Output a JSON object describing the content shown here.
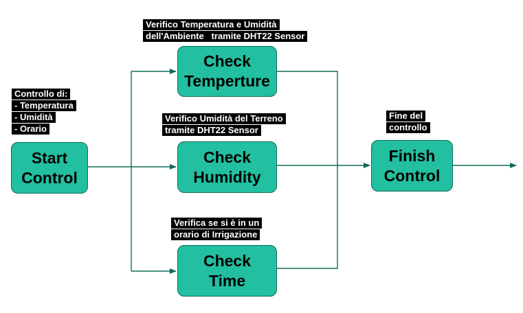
{
  "colors": {
    "box_fill": "#22bfa0",
    "box_border": "#0d6b58",
    "connector": "#0d6b58",
    "note_background": "#000000",
    "note_text": "#ffffff"
  },
  "nodes": {
    "start": {
      "line1": "Start",
      "line2": "Control"
    },
    "temperature": {
      "line1": "Check",
      "line2": "Temperture"
    },
    "humidity": {
      "line1": "Check",
      "line2": "Humidity"
    },
    "time": {
      "line1": "Check",
      "line2": "Time"
    },
    "finish": {
      "line1": "Finish",
      "line2": "Control"
    }
  },
  "notes": {
    "start": {
      "lines": [
        "Controllo di:",
        "- Temperatura",
        "- Umidità",
        "- Orario"
      ]
    },
    "temperature": {
      "lines": [
        "Verifico Temperatura e Umidità",
        "dell'Ambiente   tramite DHT22 Sensor"
      ]
    },
    "humidity": {
      "lines": [
        "Verifico Umidità del Terreno",
        "tramite DHT22 Sensor"
      ]
    },
    "time": {
      "lines": [
        "Verifica se si è in un",
        "orario di Irrigazione"
      ]
    },
    "finish": {
      "lines": [
        "Fine del",
        "controllo"
      ]
    }
  }
}
